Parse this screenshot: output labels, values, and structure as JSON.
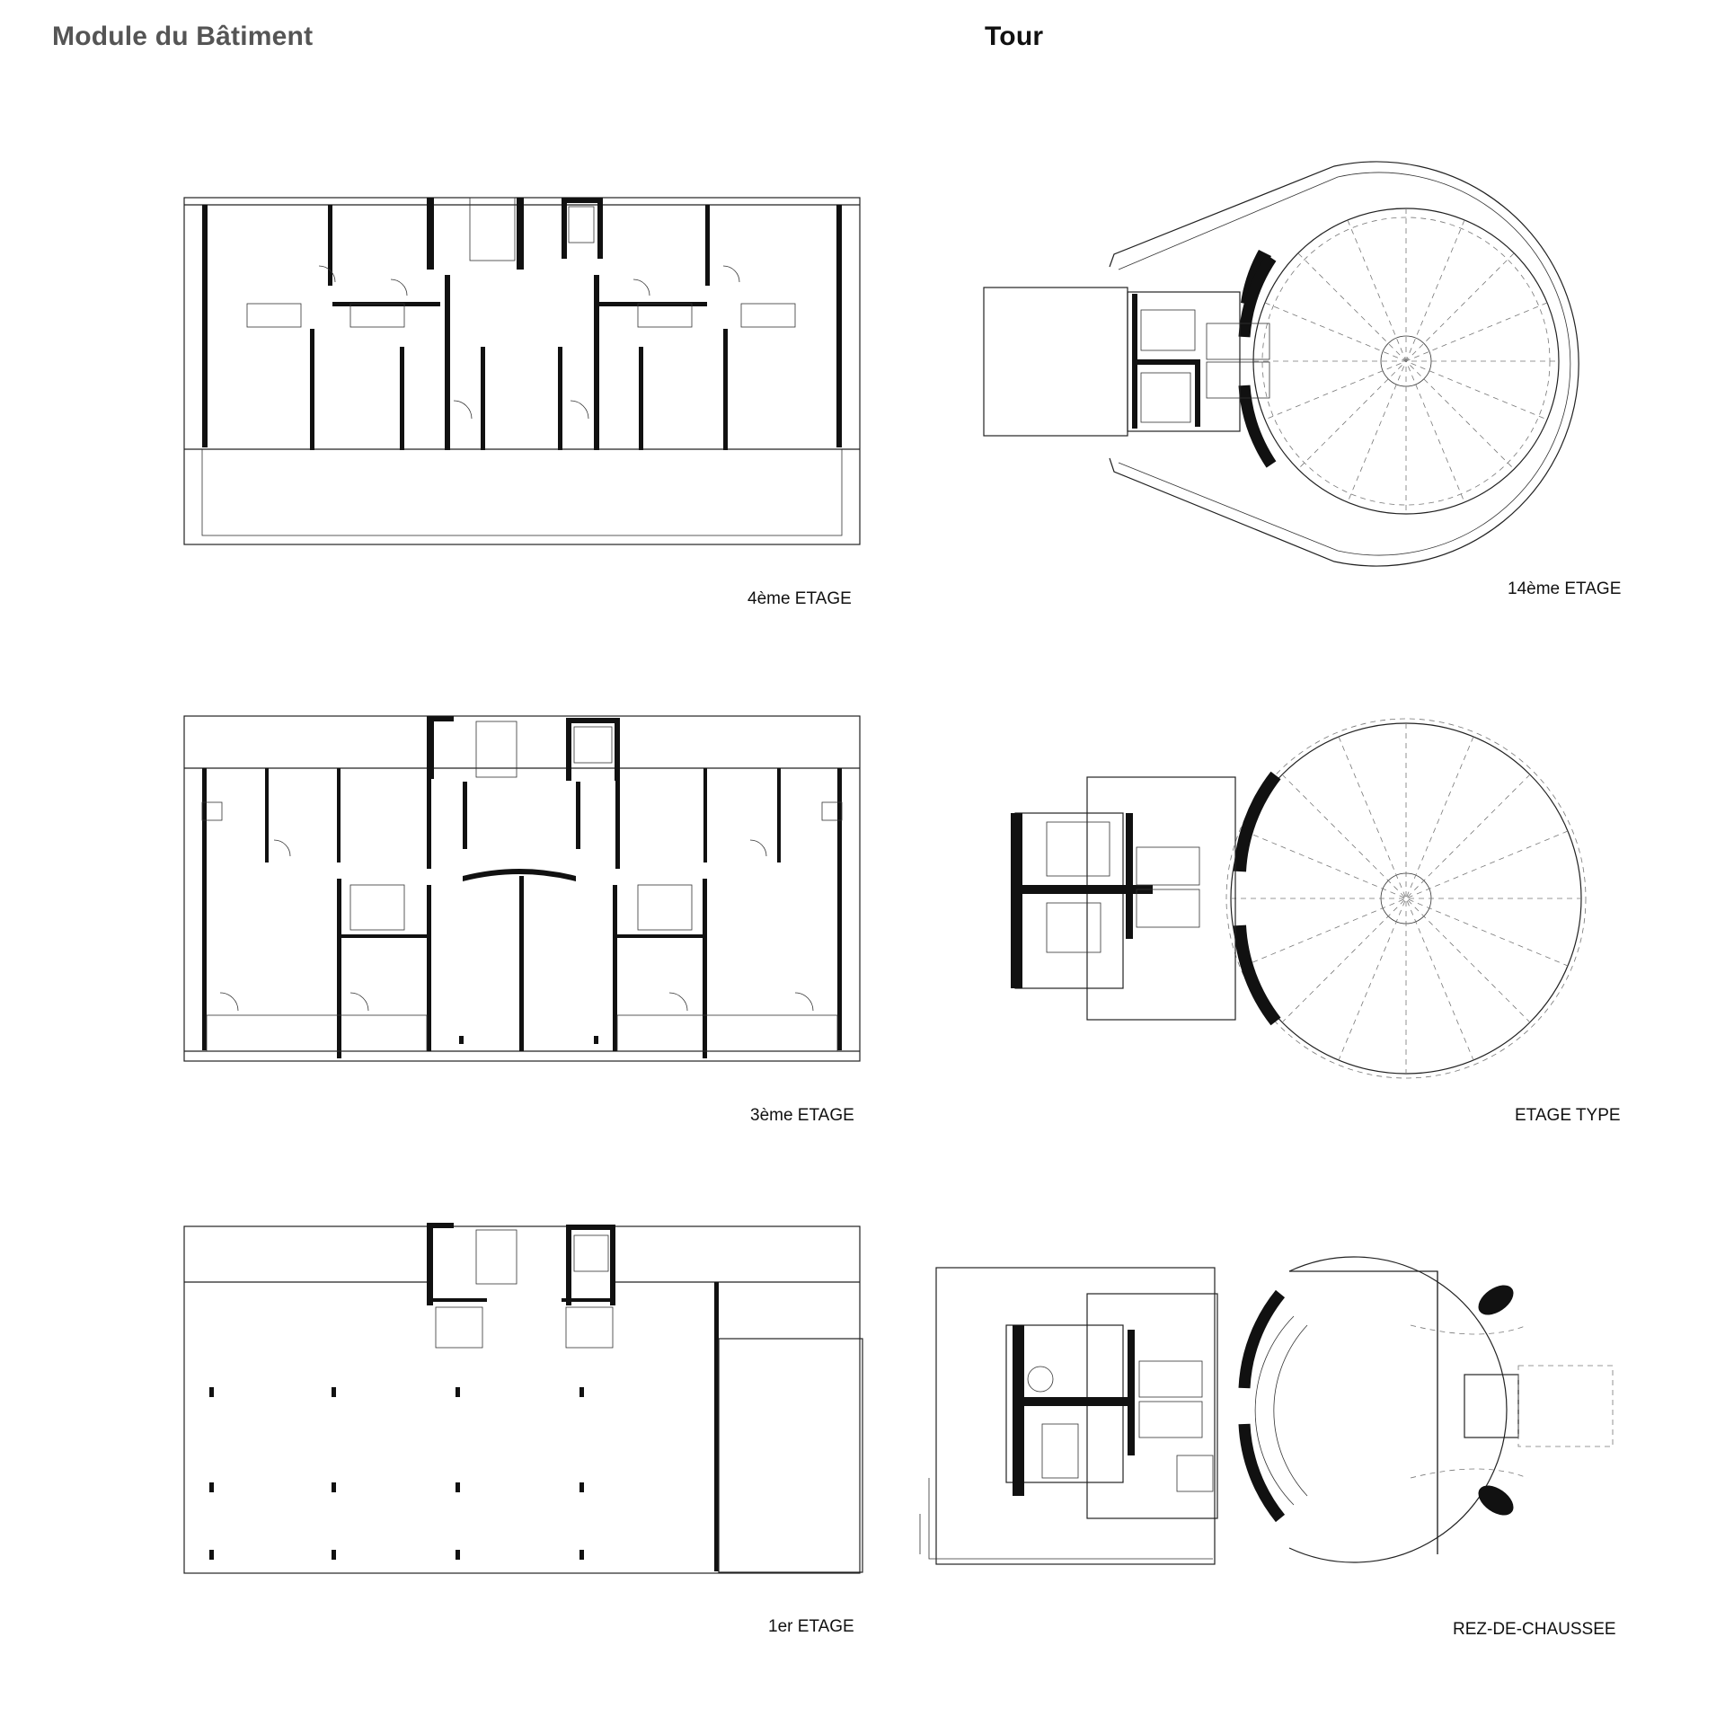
{
  "headings": {
    "left": "Module du Bâtiment",
    "right": "Tour"
  },
  "captions": {
    "plan_4": "4ème ETAGE",
    "plan_14": "14ème ETAGE",
    "plan_3": "3ème ETAGE",
    "plan_type": "ETAGE TYPE",
    "plan_1": "1er ETAGE",
    "plan_rdc": "REZ-DE-CHAUSSEE"
  }
}
